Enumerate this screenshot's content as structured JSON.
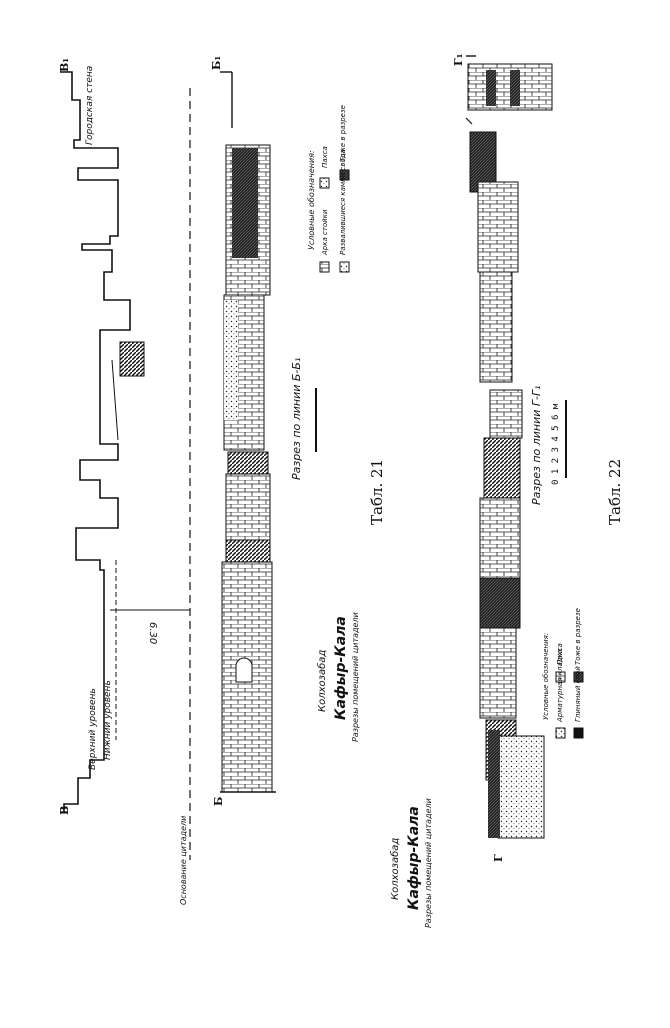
{
  "plate_21": {
    "caption": "Табл. 21",
    "site_line1": "Колхозабад",
    "site_line2": "Кафыр-Кала",
    "site_line3": "Разрезы помещений цитадели",
    "section_title": "Разрез по линии Б-Б₁",
    "legend_title": "Условные обозначения:",
    "legend_items": [
      "Арка стойки",
      "Пахса",
      "Развалившиеся камни свода",
      "Тоже в разрезе"
    ],
    "label_B": "В",
    "label_B1": "В₁",
    "label_Bb": "Б",
    "label_Bb1": "Б₁",
    "upper_level": "Верхний уровень",
    "lower_level": "Нижний уровень",
    "city_wall": "Городская стена",
    "dimension": "6.30",
    "citadel_base": "Основание цитадели"
  },
  "plate_22": {
    "caption": "Табл. 22",
    "site_line1": "Колхозабад",
    "site_line2": "Кафыр-Кала",
    "site_line3": "Разрезы помещений цитадели",
    "section_title": "Разрез по линии Г-Г₁",
    "scale_numbers": "0 1 2 3 4 5 6 м",
    "legend_title": "Условные обозначения:",
    "legend_items": [
      "Арматурная кладка",
      "Пахса",
      "Глиняный слой",
      "Тоже в разрезе"
    ],
    "label_G": "Г",
    "label_G1": "Г₁"
  }
}
